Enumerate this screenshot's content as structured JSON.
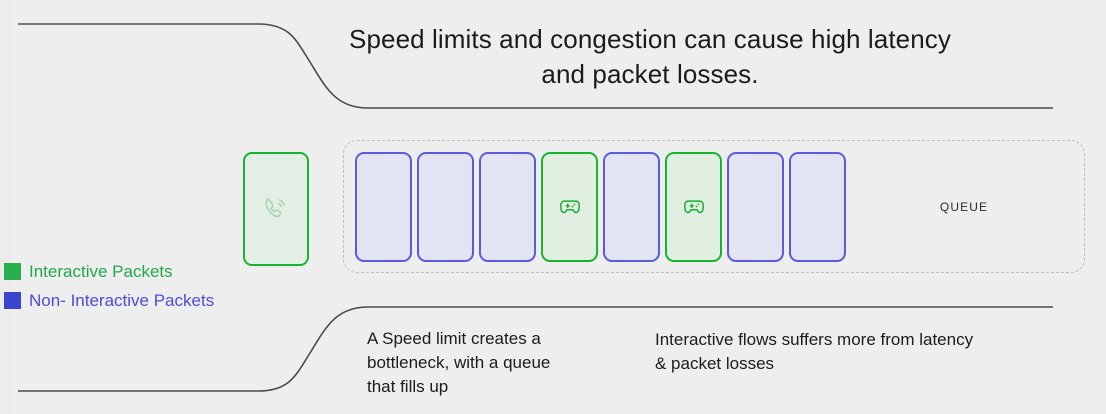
{
  "title": "Speed limits and congestion can cause high latency and packet losses.",
  "legend": {
    "items": [
      {
        "label": "Interactive Packets",
        "color": "#27ae4d",
        "text_color": "#22a84a"
      },
      {
        "label": "Non- Interactive Packets",
        "color": "#3b44cc",
        "text_color": "#4b4bdd"
      }
    ]
  },
  "incoming": {
    "icon": "phone-call-icon",
    "type": "interactive"
  },
  "queue": {
    "label": "QUEUE",
    "packets": [
      {
        "type": "non-interactive",
        "icon": ""
      },
      {
        "type": "non-interactive",
        "icon": ""
      },
      {
        "type": "non-interactive",
        "icon": ""
      },
      {
        "type": "interactive",
        "icon": "gamepad-icon"
      },
      {
        "type": "non-interactive",
        "icon": ""
      },
      {
        "type": "interactive",
        "icon": "gamepad-icon"
      },
      {
        "type": "non-interactive",
        "icon": ""
      },
      {
        "type": "non-interactive",
        "icon": ""
      }
    ]
  },
  "captions": {
    "bottleneck": "A Speed limit creates a bottleneck, with a queue that fills up",
    "interactive": "Interactive flows suffers more from latency & packet losses"
  },
  "colors": {
    "background": "#eeeeee",
    "interactive_border": "#15b52e",
    "interactive_fill": "#e1eee2",
    "non_interactive_border": "#5b5be0",
    "non_interactive_fill": "#e2e4f4",
    "divider": "#4a4a4a",
    "queue_dash": "#bdbdbd"
  }
}
